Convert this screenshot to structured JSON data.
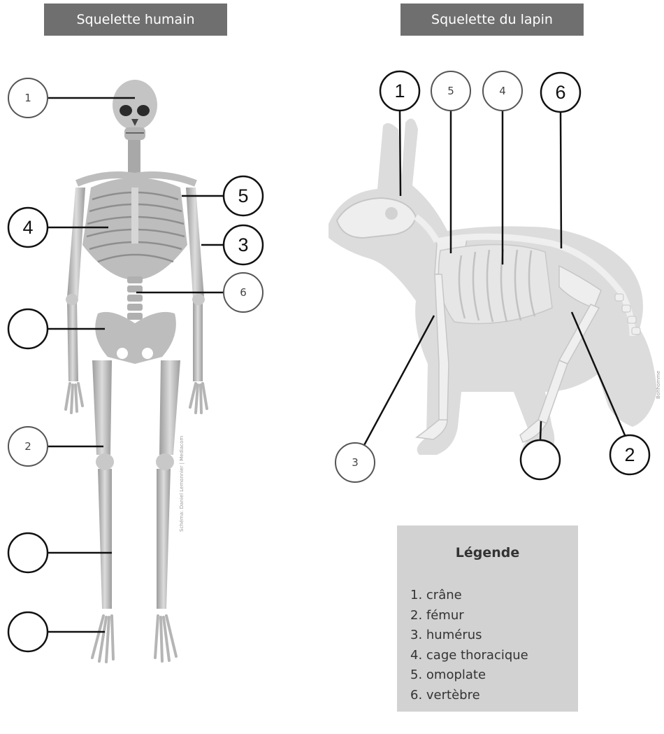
{
  "titles": {
    "human": "Squelette humain",
    "rabbit": "Squelette du lapin"
  },
  "human_labels": [
    "1",
    "4",
    "5",
    "3",
    "6",
    "",
    "2",
    "",
    ""
  ],
  "rabbit_labels": [
    "1",
    "5",
    "4",
    "6",
    "3",
    "",
    "2"
  ],
  "legend": {
    "title": "Légende",
    "items": [
      "1. crâne",
      "2. fémur",
      "3. humérus",
      "4. cage thoracique",
      "5. omoplate",
      "6. vertèbre"
    ]
  },
  "credits": {
    "human": "Schéma: Daniel Lemonnier | Mediacom",
    "rabbit": "Bonhomme"
  },
  "colors": {
    "title_bg": "#6f6f6f",
    "legend_bg": "#d2d2d2",
    "bone": "#bdbdbd",
    "rabbit_body": "#dcdcdc"
  }
}
